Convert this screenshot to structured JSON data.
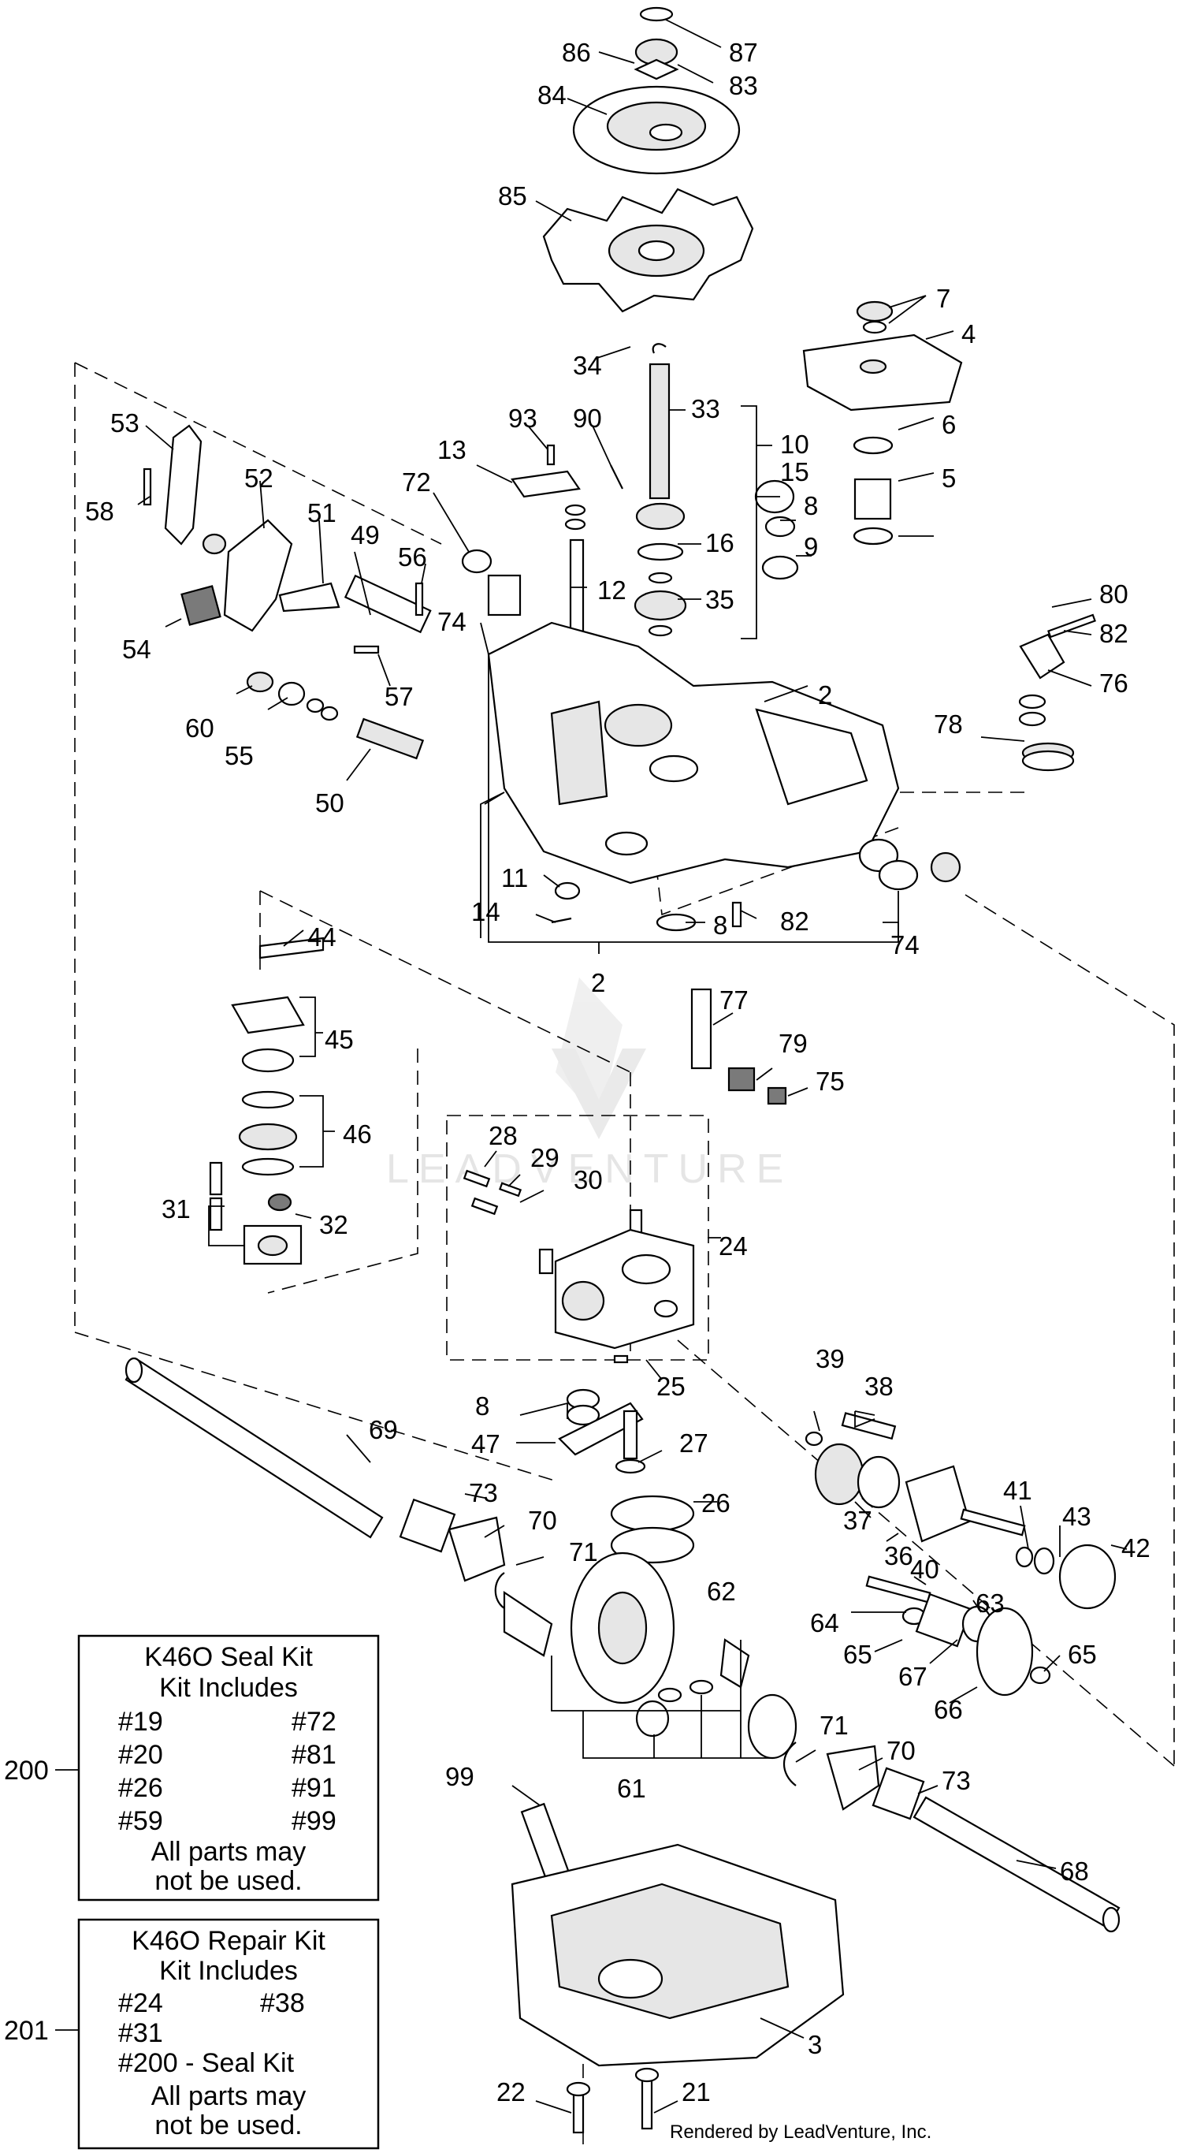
{
  "callouts": [
    "87",
    "86",
    "83",
    "84",
    "85",
    "7",
    "4",
    "34",
    "33",
    "10",
    "6",
    "5",
    "93",
    "90",
    "53",
    "13",
    "15",
    "8",
    "72",
    "52",
    "58",
    "51",
    "9",
    "16",
    "49",
    "56",
    "12",
    "35",
    "74",
    "80",
    "82",
    "54",
    "2",
    "57",
    "76",
    "60",
    "55",
    "78",
    "50",
    "11",
    "14",
    "82",
    "8",
    "74",
    "2",
    "44",
    "45",
    "77",
    "79",
    "75",
    "46",
    "28",
    "29",
    "30",
    "31",
    "32",
    "24",
    "25",
    "39",
    "38",
    "69",
    "8",
    "47",
    "27",
    "73",
    "70",
    "26",
    "37",
    "41",
    "43",
    "71",
    "36",
    "40",
    "42",
    "62",
    "64",
    "63",
    "65",
    "67",
    "65",
    "66",
    "61",
    "71",
    "70",
    "99",
    "73",
    "68",
    "3",
    "22",
    "21"
  ],
  "kits": {
    "seal": {
      "title": "K46O Seal Kit",
      "subtitle": "Kit Includes",
      "parts": [
        "#19",
        "#72",
        "#20",
        "#81",
        "#26",
        "#91",
        "#59",
        "#99"
      ],
      "note_line1": "All parts may",
      "note_line2": "not be used.",
      "number": "200"
    },
    "repair": {
      "title": "K46O Repair Kit",
      "subtitle": "Kit Includes",
      "parts": [
        "#24",
        "#38",
        "#31"
      ],
      "extra": "#200 - Seal Kit",
      "note_line1": "All parts may",
      "note_line2": "not be used.",
      "number": "201"
    }
  },
  "watermark": "LEADVENTURE",
  "credit": "Rendered by LeadVenture, Inc."
}
